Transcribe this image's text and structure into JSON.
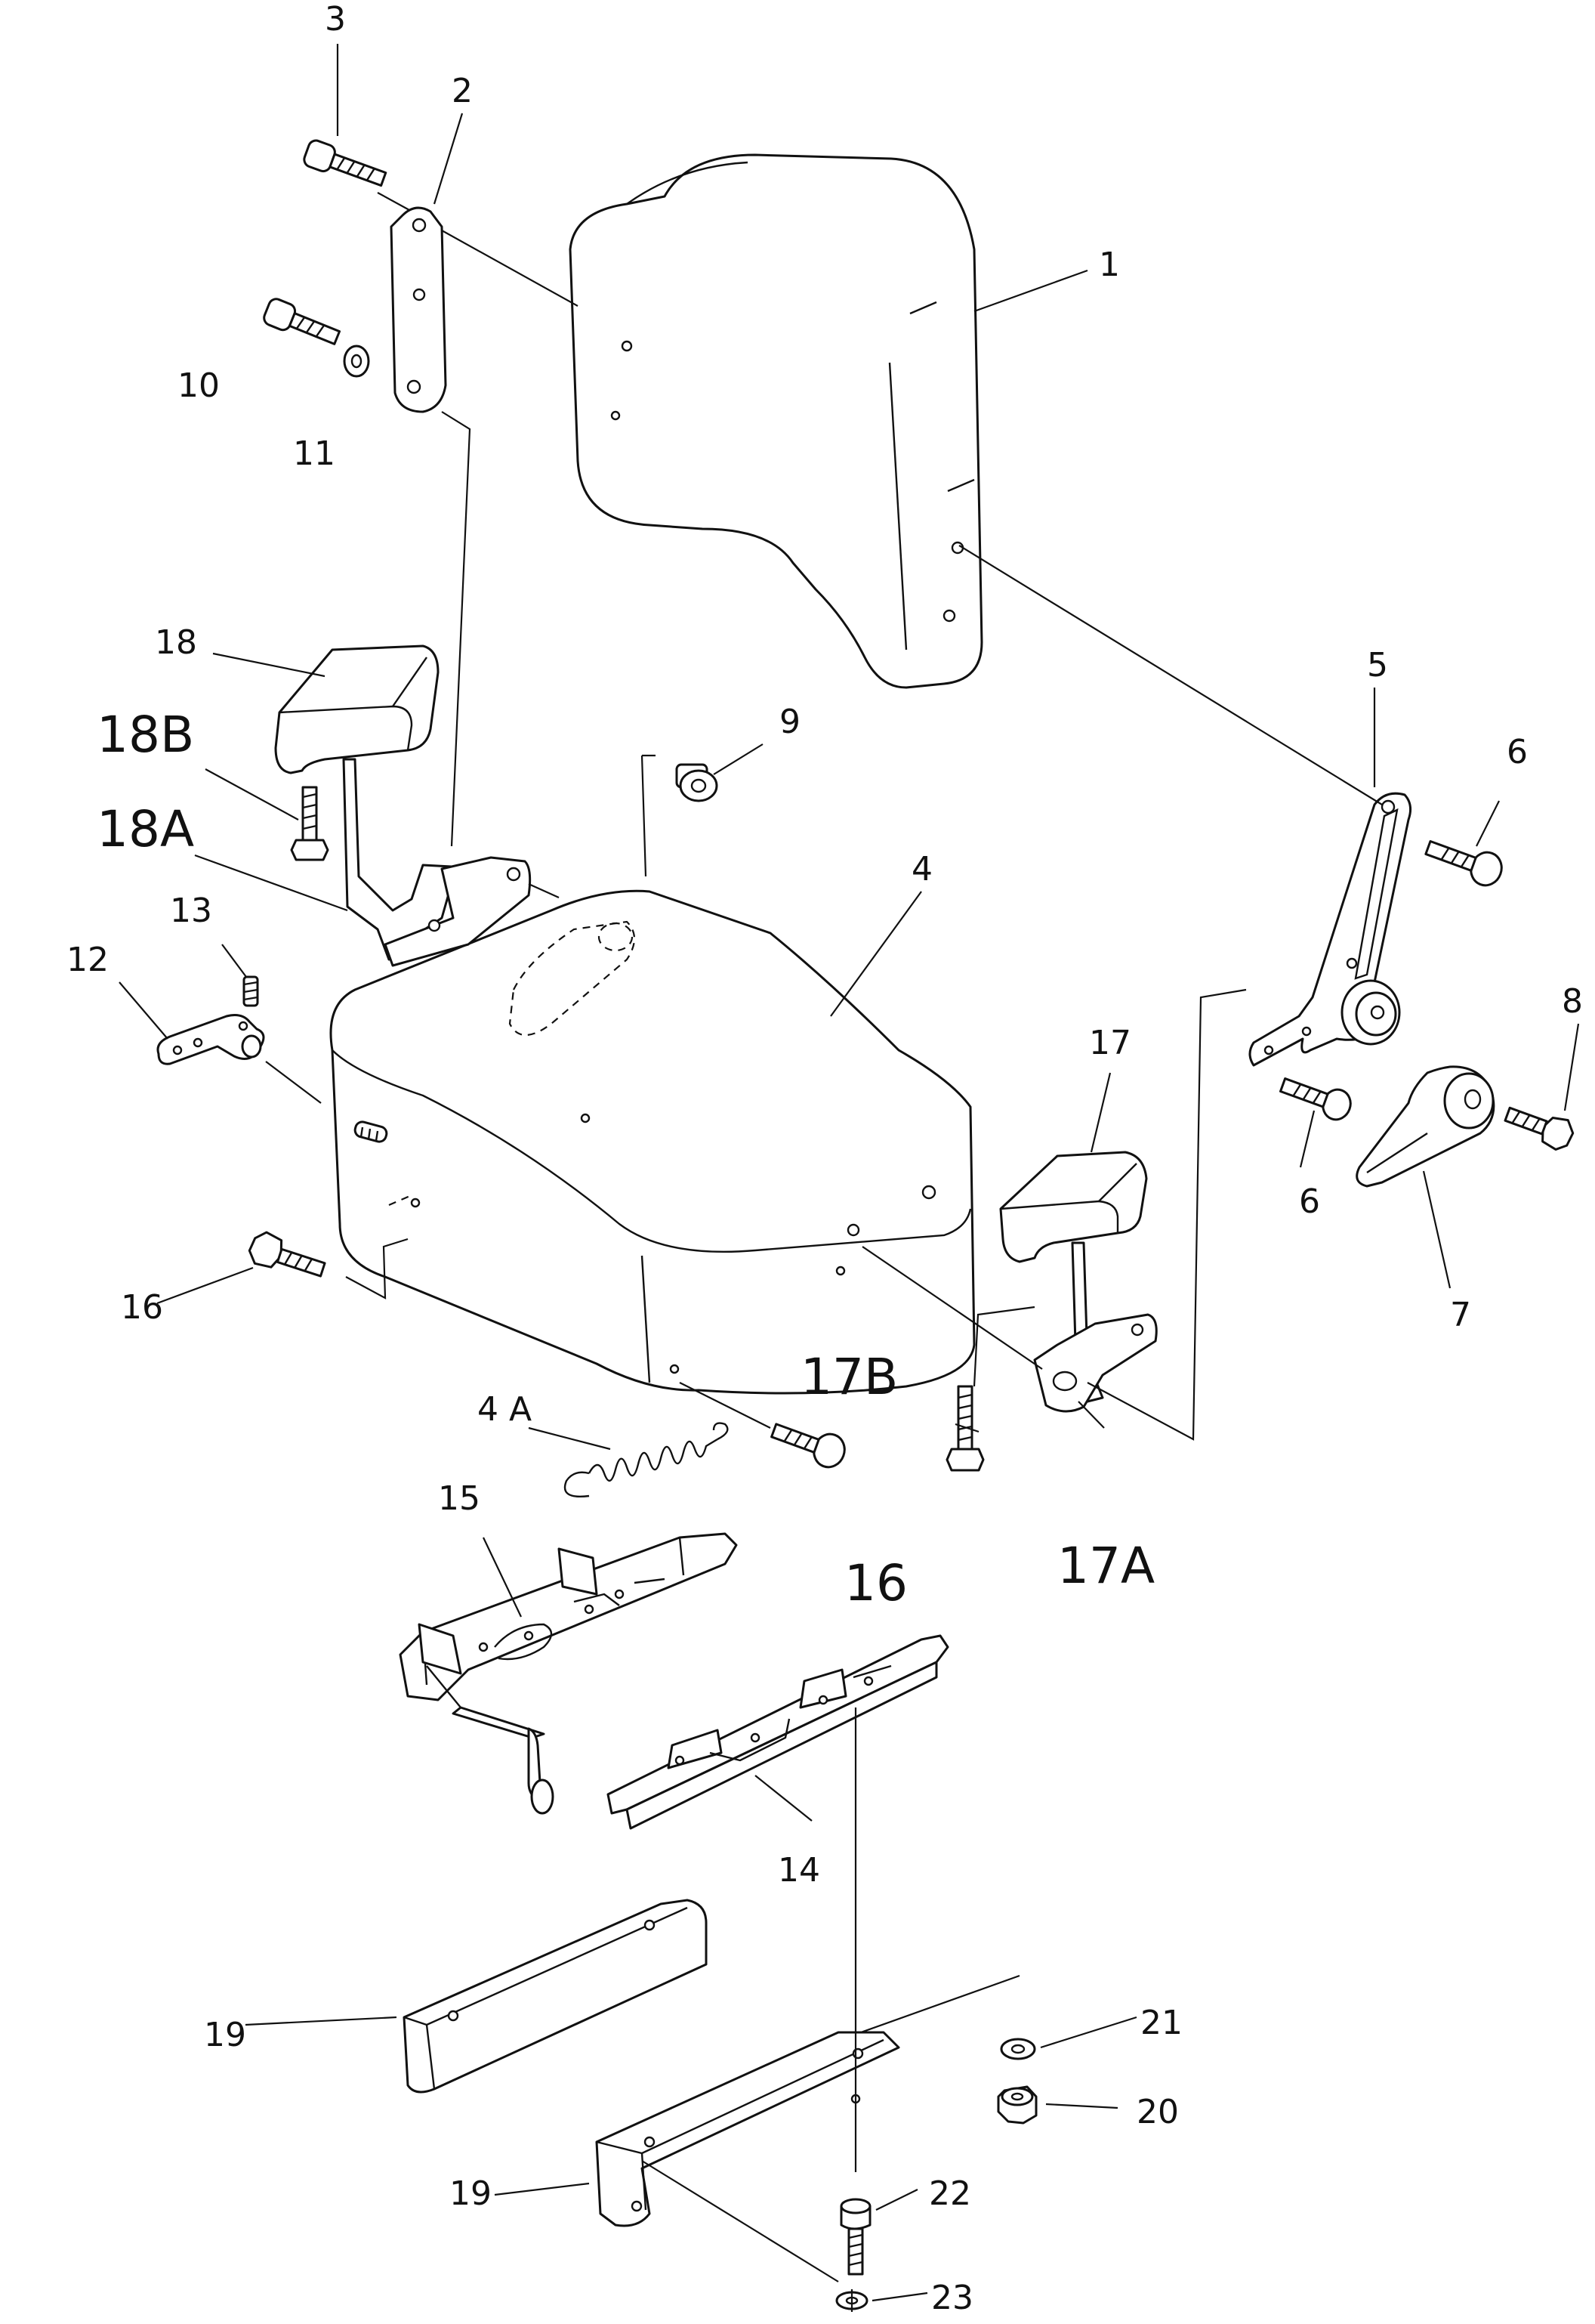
{
  "diagram": {
    "labels": {
      "p1": "1",
      "p2": "2",
      "p3": "3",
      "p4": "4",
      "p4A": "4 A",
      "p5": "5",
      "p6a": "6",
      "p6b": "6",
      "p7": "7",
      "p8": "8",
      "p9": "9",
      "p10": "10",
      "p11": "11",
      "p12": "12",
      "p13": "13",
      "p14": "14",
      "p15": "15",
      "p16a": "16",
      "p16b": "16",
      "p17": "17",
      "p17A": "17A",
      "p17B": "17B",
      "p18": "18",
      "p18A": "18A",
      "p18B": "18B",
      "p19a": "19",
      "p19b": "19",
      "p20": "20",
      "p21": "21",
      "p22": "22",
      "p23": "23"
    }
  }
}
